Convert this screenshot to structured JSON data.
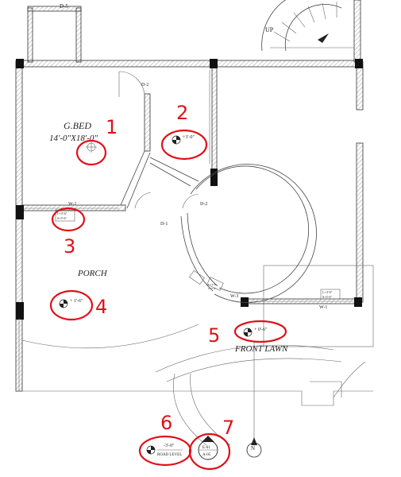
{
  "rooms": {
    "guest_bed": "G.BED",
    "guest_bed_size": "14'-0\"X18'-0\"",
    "porch": "PORCH",
    "front_lawn": "FRONT LAWN"
  },
  "doors": {
    "d5": "D-5",
    "d2_a": "D-2",
    "d2_b": "D-2",
    "d1": "D-1"
  },
  "windows": {
    "w2": "W-2",
    "w3": "W-3",
    "w1": "W-1"
  },
  "stair": {
    "up": "UP"
  },
  "levels": {
    "bed_floor": "+3'-0\"",
    "porch": "+ 1'-6\"",
    "lawn": "+ 0'-6\"",
    "road": "-3'-0\"",
    "road_caption": "ROAD LEVEL"
  },
  "window_tags": {
    "w2_line1": "L+4'-6\"",
    "w2_line2": "S+3'-6\"",
    "w3_line1": "L+4'-6\"",
    "w3_line2": "S+3'-6\"",
    "w1_line1": "L+4'-6\"",
    "w1_line2": "S+3'-6\""
  },
  "section_marker": {
    "top": "E-01",
    "bottom": "A-05"
  },
  "north": "N",
  "annotations": [
    "1",
    "2",
    "3",
    "4",
    "5",
    "6",
    "7"
  ]
}
